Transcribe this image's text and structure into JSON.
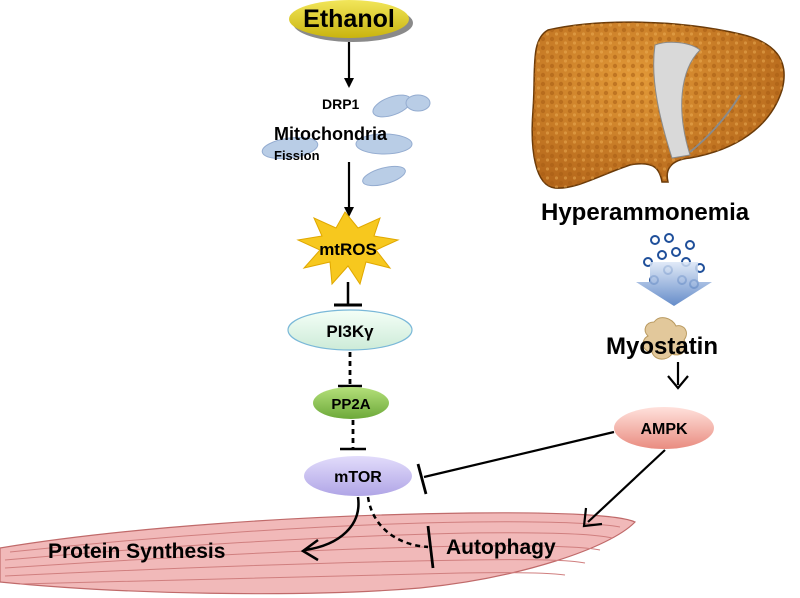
{
  "labels": {
    "ethanol": "Ethanol",
    "drp1": "DRP1",
    "mitochondria": "Mitochondria",
    "fission": "Fission",
    "mtros": "mtROS",
    "pi3k": "PI3Kγ",
    "pp2a": "PP2A",
    "mtor": "mTOR",
    "hyperammonemia": "Hyperammonemia",
    "myostatin": "Myostatin",
    "ampk": "AMPK",
    "protein_synthesis": "Protein Synthesis",
    "autophagy": "Autophagy"
  },
  "colors": {
    "ethanol_fill": "#e3d21a",
    "mtros_star": "#f7c81e",
    "pi3k_fill": "#dff5e6",
    "pp2a_fill": "#8dc84c",
    "mtor_fill": "#c9c1f0",
    "ampk_fill": "#f2a8a0",
    "liver": "#c97a1f",
    "muscle": "#e9a3a3",
    "mito": "#b9cde6",
    "arrow_blue": "#5b86c9"
  },
  "icons": {
    "liver": "liver-icon",
    "mitochondria": "mitochondria-icon",
    "muscle": "muscle-fiber-icon",
    "ammonia": "ammonia-particles-icon",
    "myostatin": "myostatin-protein-icon"
  }
}
